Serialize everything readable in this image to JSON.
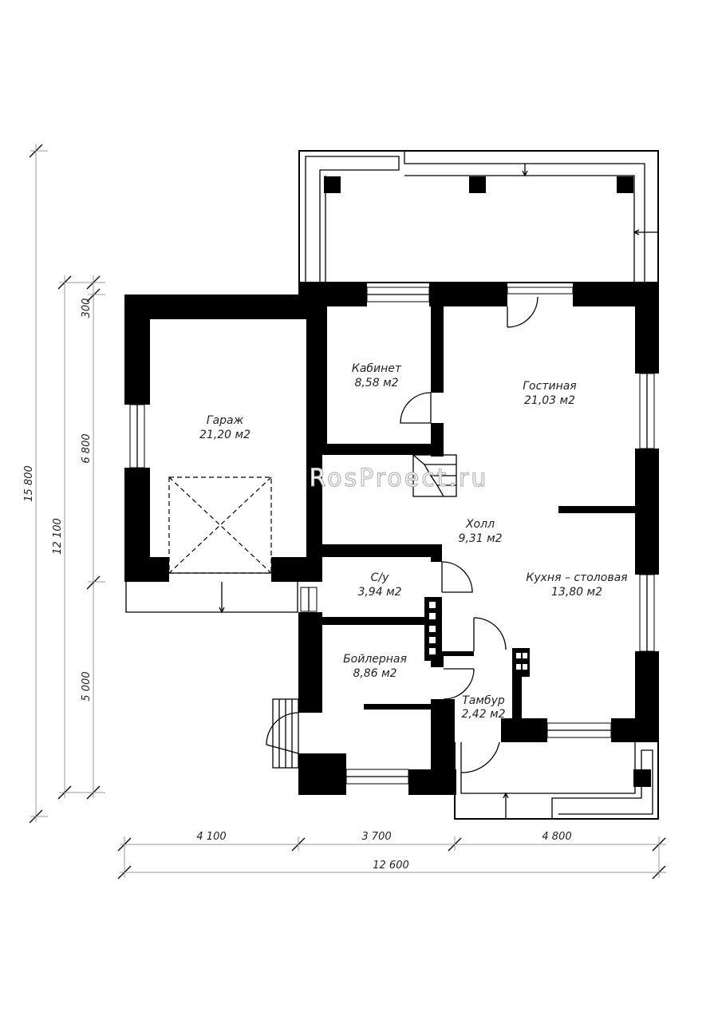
{
  "rooms": {
    "garage": {
      "name": "Гараж",
      "area": "21,20 м2"
    },
    "cabinet": {
      "name": "Кабинет",
      "area": "8,58 м2"
    },
    "living": {
      "name": "Гостиная",
      "area": "21,03 м2"
    },
    "hall": {
      "name": "Холл",
      "area": "9,31 м2"
    },
    "wc": {
      "name": "С/у",
      "area": "3,94 м2"
    },
    "kitchen": {
      "name": "Кухня – столовая",
      "area": "13,80 м2"
    },
    "boiler": {
      "name": "Бойлерная",
      "area": "8,86 м2"
    },
    "vestibule": {
      "name": "Тамбур",
      "area": "2,42 м2"
    }
  },
  "dimensions": {
    "bottom_1": "4 100",
    "bottom_2": "3 700",
    "bottom_3": "4 800",
    "bottom_total": "12 600",
    "left_total": "15 800",
    "left_main": "12 100",
    "left_a": "300",
    "left_b": "6 800",
    "left_c": "5 000"
  },
  "watermark": "RosProect.ru"
}
